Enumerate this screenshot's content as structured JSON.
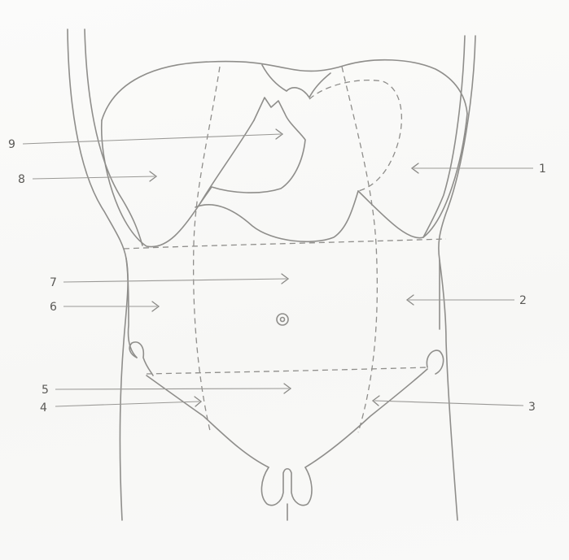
{
  "diagram": {
    "labels": [
      {
        "id": "1",
        "text": "1"
      },
      {
        "id": "2",
        "text": "2"
      },
      {
        "id": "3",
        "text": "3"
      },
      {
        "id": "4",
        "text": "4"
      },
      {
        "id": "5",
        "text": "5"
      },
      {
        "id": "6",
        "text": "6"
      },
      {
        "id": "7",
        "text": "7"
      },
      {
        "id": "8",
        "text": "8"
      },
      {
        "id": "9",
        "text": "9"
      }
    ]
  }
}
